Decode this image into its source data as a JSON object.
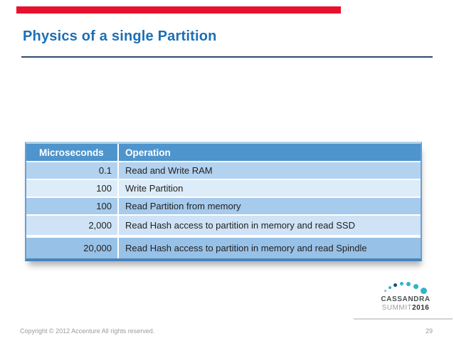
{
  "colors": {
    "accent_red": "#e8112d",
    "title_blue": "#1c6fb5",
    "header_blue": "#4e94cd",
    "teal_dot": "#2fb4c7",
    "navy_dot": "#174f73"
  },
  "title": "Physics of a single Partition",
  "table": {
    "headers": [
      "Microseconds",
      "Operation"
    ],
    "rows": [
      [
        "0.1",
        "Read and Write RAM"
      ],
      [
        "100",
        "Write Partition"
      ],
      [
        "100",
        "Read Partition from memory"
      ],
      [
        "2,000",
        "Read Hash access to partition in memory and read SSD"
      ],
      [
        "20,000",
        "Read Hash access to partition in memory and read Spindle"
      ]
    ]
  },
  "logo": {
    "name": "CASSANDRA",
    "summit": "SUMMIT",
    "year": "2016"
  },
  "footer": {
    "copyright": "Copyright © 2012 Accenture  All rights reserved.",
    "page": "29"
  }
}
